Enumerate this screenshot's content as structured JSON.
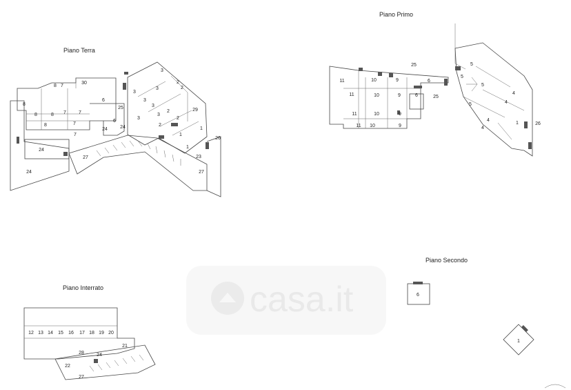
{
  "floors": {
    "terra": {
      "title": "Piano Terra",
      "rooms": [
        "8",
        "7",
        "30",
        "8",
        "6",
        "3",
        "3",
        "3",
        "2",
        "3",
        "2",
        "25",
        "3",
        "29",
        "8",
        "8",
        "7",
        "7",
        "3",
        "2",
        "2",
        "24",
        "6",
        "24",
        "3",
        "1",
        "8",
        "7",
        "2",
        "1",
        "7",
        "1",
        "26",
        "24",
        "23",
        "27",
        "27",
        "24"
      ]
    },
    "primo": {
      "title": "Piano Primo",
      "rooms": [
        "5",
        "25",
        "5",
        "11",
        "10",
        "9",
        "6",
        "5",
        "11",
        "10",
        "9",
        "6",
        "25",
        "5",
        "4",
        "4",
        "11",
        "10",
        "9",
        "4",
        "26",
        "11",
        "10",
        "9",
        "4",
        "1"
      ]
    },
    "secondo": {
      "title": "Piano Secondo",
      "rooms": [
        "6",
        "1"
      ]
    },
    "interrato": {
      "title": "Piano Interrato",
      "rooms": [
        "12",
        "13",
        "14",
        "15",
        "16",
        "17",
        "18",
        "19",
        "20",
        "21",
        "28",
        "24",
        "22",
        "27"
      ]
    }
  },
  "watermark": "casa.it"
}
